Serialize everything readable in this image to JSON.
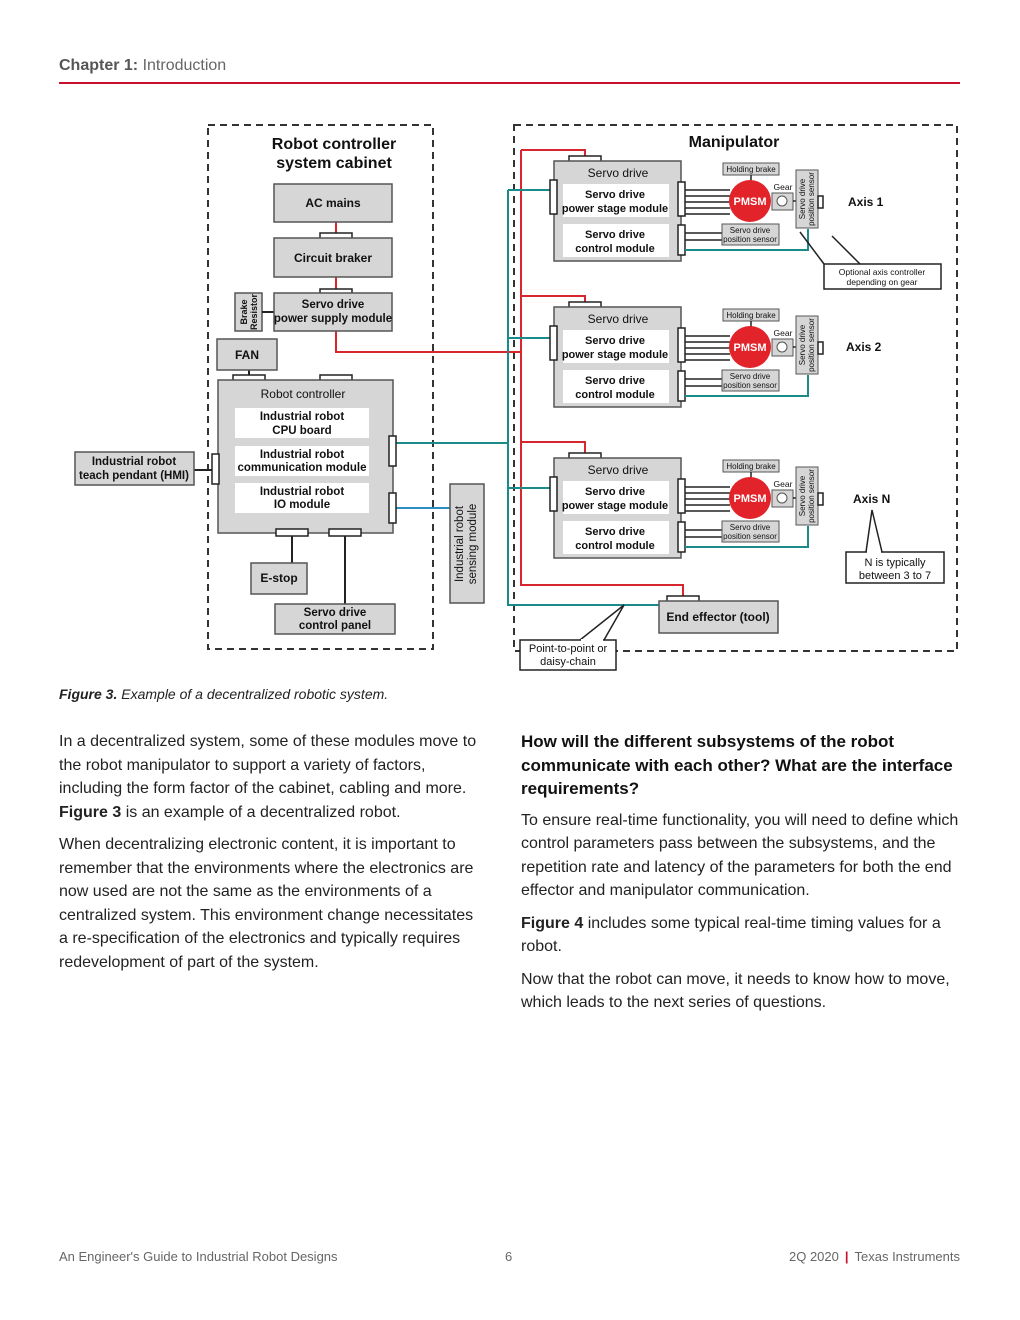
{
  "header": {
    "chapter": "Chapter 1:",
    "title": "Introduction"
  },
  "diagram": {
    "cabinet_title_1": "Robot controller",
    "cabinet_title_2": "system cabinet",
    "ac_mains": "AC mains",
    "circuit_braker": "Circuit braker",
    "brake_resistor_1": "Brake",
    "brake_resistor_2": "Resistor",
    "psu_1": "Servo drive",
    "psu_2": "power supply module",
    "fan": "FAN",
    "robot_controller": "Robot controller",
    "cpu_1": "Industrial robot",
    "cpu_2": "CPU board",
    "comm_1": "Industrial robot",
    "comm_2": "communication module",
    "io_1": "Industrial robot",
    "io_2": "IO module",
    "pendant_1": "Industrial robot",
    "pendant_2": "teach pendant (HMI)",
    "estop": "E-stop",
    "panel_1": "Servo drive",
    "panel_2": "control panel",
    "sensing_1": "Industrial robot",
    "sensing_2": "sensing module",
    "manipulator": "Manipulator",
    "axes": [
      {
        "label": "Axis 1"
      },
      {
        "label": "Axis 2"
      },
      {
        "label": "Axis N"
      }
    ],
    "servo_drive": "Servo drive",
    "power_stage_1": "Servo drive",
    "power_stage_2": "power stage module",
    "control_module_1": "Servo drive",
    "control_module_2": "control module",
    "holding_brake": "Holding brake",
    "gear": "Gear",
    "pmsm": "PMSM",
    "pos_sensor_1": "Servo drive",
    "pos_sensor_2": "position sensor",
    "optional_1": "Optional axis controller",
    "optional_2": "depending on gear",
    "n_typical_1": "N is typically",
    "n_typical_2": "between 3 to 7",
    "end_effector": "End effector (tool)",
    "p2p_1": "Point-to-point or",
    "p2p_2": "daisy-chain",
    "colors": {
      "power": "#d7262e",
      "comm": "#1a8a8a",
      "signal": "#2a8fbf",
      "box": "#d6d6d6",
      "pmsm": "#e2232a"
    }
  },
  "caption": {
    "label": "Figure 3.",
    "text": "Example of a decentralized robotic system."
  },
  "left_col": {
    "p1_a": "In a decentralized system, some of these modules move to the robot manipulator to support a variety of factors, including the form factor of the cabinet, cabling and more.",
    "p1_fig": "Figure 3",
    "p1_b": "is an example of a decentralized robot.",
    "p2": "When decentralizing electronic content, it is important to remember that the environments where the electronics are now used are not the same as the environments of a centralized system. This environment change necessitates a re-specification of the electronics and typically requires redevelopment of part of the system."
  },
  "right_col": {
    "heading": "How will the different subsystems of the robot communicate with each other? What are the interface requirements?",
    "p1": "To ensure real-time functionality, you will need to define which control parameters pass between the subsystems, and the repetition rate and latency of the parameters for both the end effector and manipulator communication.",
    "p2_fig": "Figure 4",
    "p2_b": "includes some typical real-time timing values for a robot.",
    "p3": "Now that the robot can move, it needs to know how to move, which leads to the next series of questions."
  },
  "footer": {
    "left": "An Engineer's Guide to Industrial Robot Designs",
    "page": "6",
    "date": "2Q 2020",
    "company": "Texas Instruments"
  }
}
